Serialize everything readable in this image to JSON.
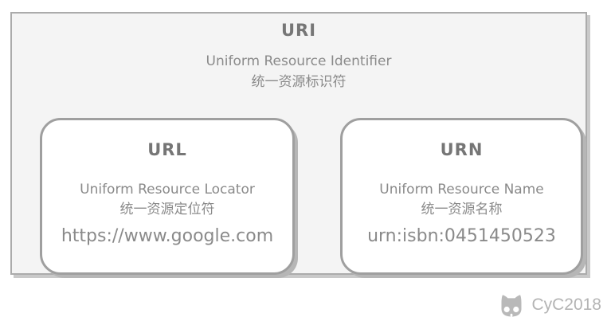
{
  "uri_box": {
    "title": "URI",
    "subtitle_en": "Uniform Resource Identifier",
    "subtitle_zh": "统一资源标识符"
  },
  "sub_boxes": [
    {
      "title": "URL",
      "name_en": "Uniform Resource Locator",
      "name_zh": "统一资源定位符",
      "example": "https://www.google.com"
    },
    {
      "title": "URN",
      "name_en": "Uniform Resource Name",
      "name_zh": "统一资源名称",
      "example": "urn:isbn:0451450523"
    }
  ],
  "watermark": {
    "icon": "cat-logo-icon",
    "label": "CyC2018"
  },
  "colors": {
    "outer_fill": "#f4f4f4",
    "outer_border": "#ababab",
    "inner_fill": "#ffffff",
    "inner_border": "#9f9f9f",
    "heading_text": "#767676",
    "body_text": "#8a8a8a",
    "shadow": "#c9c9c9",
    "watermark_gray": "#b4b4b4"
  }
}
